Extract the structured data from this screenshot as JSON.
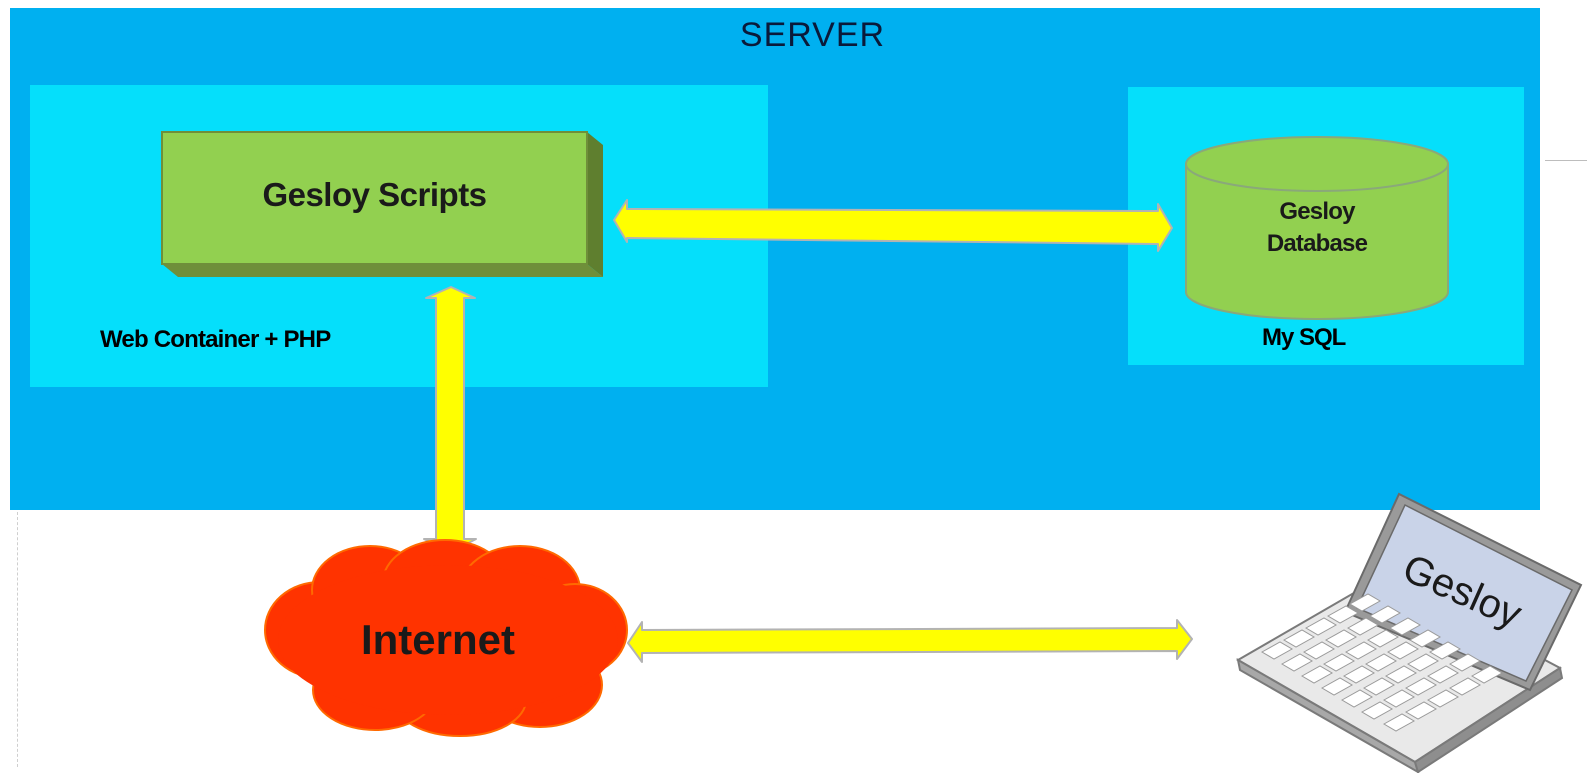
{
  "server": {
    "title": "SERVER"
  },
  "web_container": {
    "label": "Web Container + PHP"
  },
  "scripts": {
    "label": "Gesloy Scripts"
  },
  "database": {
    "line1": "Gesloy",
    "line2": "Database",
    "label": "My SQL"
  },
  "internet": {
    "label": "Internet"
  },
  "client": {
    "screen_text": "Gesloy"
  },
  "colors": {
    "server": "#00b0f0",
    "container": "#05dffb",
    "component": "#92d050",
    "arrow": "#ffff00",
    "cloud": "#ff3300"
  }
}
